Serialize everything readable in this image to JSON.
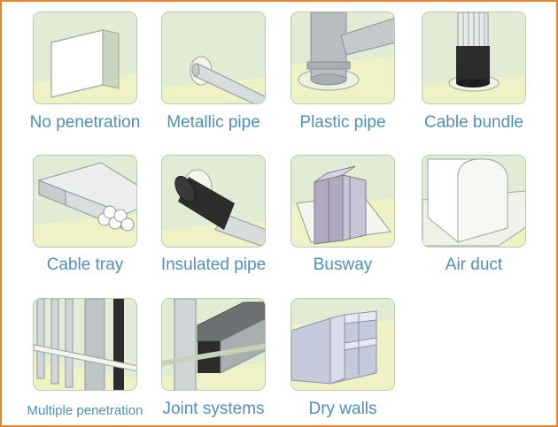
{
  "items": [
    {
      "label": "No penetration"
    },
    {
      "label": "Metallic pipe"
    },
    {
      "label": "Plastic pipe"
    },
    {
      "label": "Cable bundle"
    },
    {
      "label": "Cable tray"
    },
    {
      "label": "Insulated pipe"
    },
    {
      "label": "Busway"
    },
    {
      "label": "Air duct"
    },
    {
      "label": "Multiple penetration"
    },
    {
      "label": "Joint systems"
    },
    {
      "label": "Dry walls"
    }
  ],
  "colors": {
    "frame": "#e8852a",
    "label": "#4f8fb4",
    "wall": "#e2ecd4",
    "wall_shade": "#cfddc0",
    "floor": "#eef2c4",
    "pipe_grey": "#b4b9bd",
    "cable_black": "#2c2c2c"
  }
}
